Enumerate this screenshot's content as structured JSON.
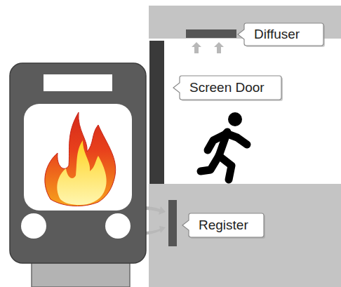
{
  "diagram": {
    "nodes": [
      {
        "text": [
          "Diffuser"
        ]
      },
      {
        "text": [
          "Screen Door"
        ]
      },
      {
        "text": [
          "Register"
        ]
      }
    ]
  }
}
